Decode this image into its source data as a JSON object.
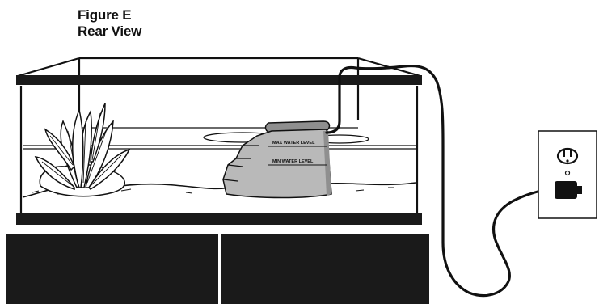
{
  "figure": {
    "label": "Figure E",
    "view": "Rear View"
  },
  "filter": {
    "max_level_label": "MAX WATER LEVEL",
    "min_level_label": "MIN WATER LEVEL"
  },
  "colors": {
    "ink": "#111111",
    "filter_body": "#b9b9b9",
    "filter_shadow": "#8f8f8f",
    "stand": "#1a1a1a",
    "background": "#ffffff"
  }
}
